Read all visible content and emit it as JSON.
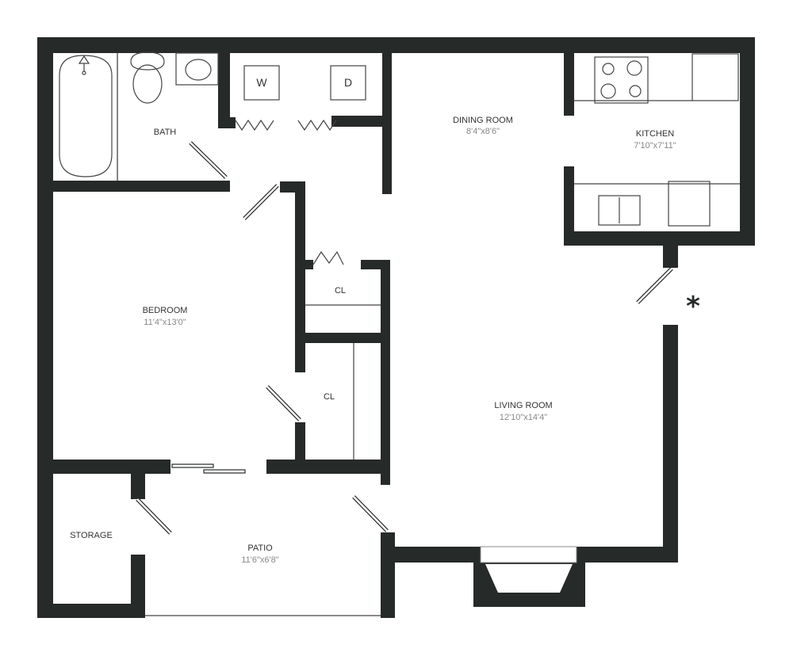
{
  "colors": {
    "wall": "#262a29",
    "background": "#ffffff",
    "label": "#333333",
    "dimension": "#888888"
  },
  "rooms": {
    "bath": {
      "name": "BATH"
    },
    "dining": {
      "name": "DINING ROOM",
      "size": "8'4\"x8'6\""
    },
    "kitchen": {
      "name": "KITCHEN",
      "size": "7'10\"x7'11\""
    },
    "bedroom": {
      "name": "BEDROOM",
      "size": "11'4\"x13'0\""
    },
    "closet1": {
      "name": "CL"
    },
    "closet2": {
      "name": "CL"
    },
    "living": {
      "name": "LIVING ROOM",
      "size": "12'10\"x14'4\""
    },
    "storage": {
      "name": "STORAGE"
    },
    "patio": {
      "name": "PATIO",
      "size": "11'6\"x6'8\""
    }
  },
  "appliances": {
    "washer": "W",
    "dryer": "D"
  },
  "entry_marker": "*"
}
